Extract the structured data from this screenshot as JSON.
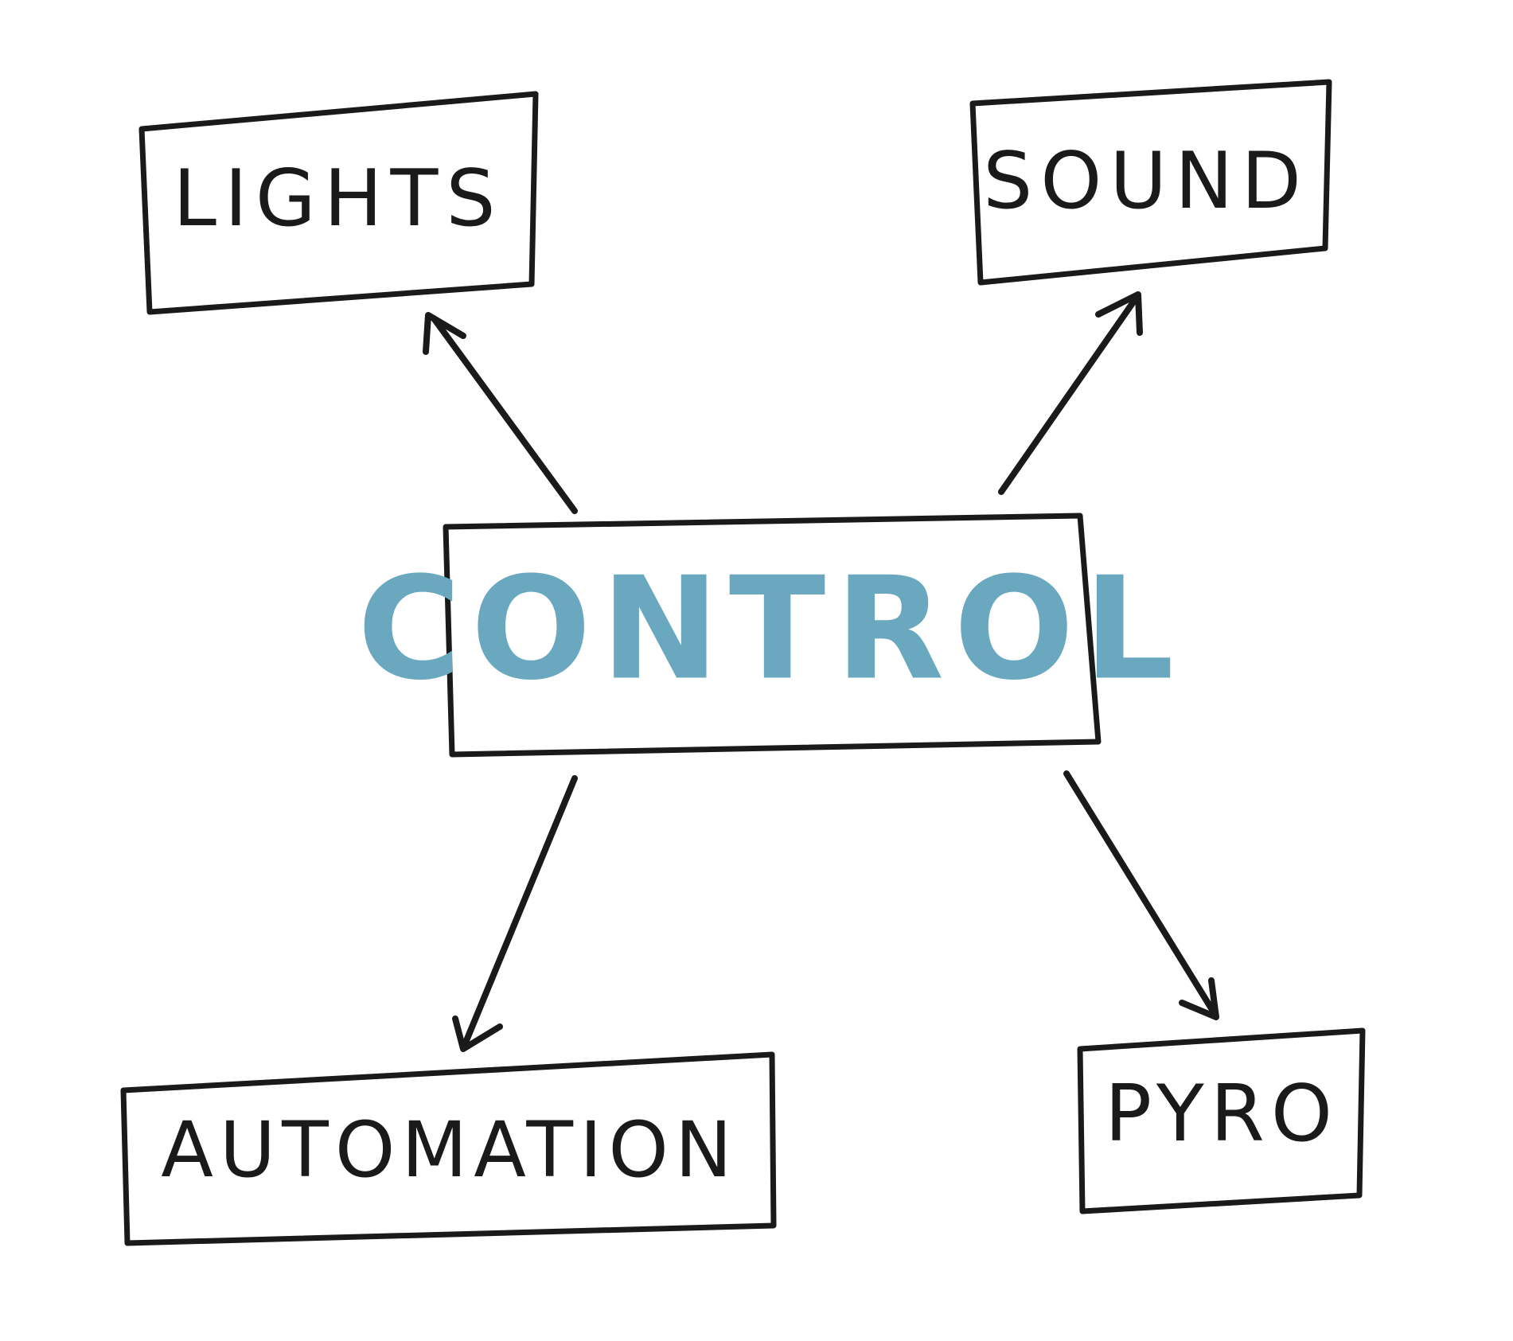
{
  "center": {
    "label": "CONTROL",
    "color": "#6aa8c0"
  },
  "nodes": {
    "lights": {
      "label": "LIGHTS"
    },
    "sound": {
      "label": "SOUND"
    },
    "automation": {
      "label": "AUTOMATION"
    },
    "pyro": {
      "label": "PYRO"
    }
  },
  "edges": [
    {
      "from": "CONTROL",
      "to": "LIGHTS"
    },
    {
      "from": "CONTROL",
      "to": "SOUND"
    },
    {
      "from": "CONTROL",
      "to": "AUTOMATION"
    },
    {
      "from": "CONTROL",
      "to": "PYRO"
    }
  ],
  "ink_color": "#1a1a1a"
}
